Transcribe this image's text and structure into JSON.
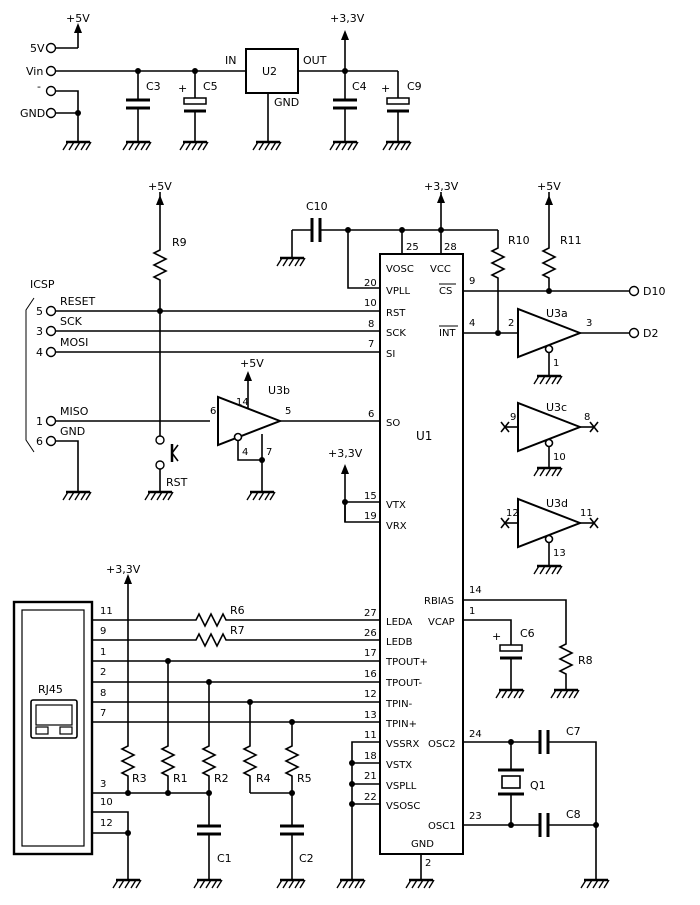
{
  "supply": {
    "p5v": "+5V",
    "p33v": "+3,3V",
    "in": "IN",
    "out": "OUT",
    "gnd": "GND",
    "u2": "U2",
    "c3": "C3",
    "c5": "C5",
    "c4": "C4",
    "c9": "C9",
    "plus": "+",
    "t5v": "5V",
    "tvin": "Vin",
    "tminus": "-",
    "tgnd": "GND"
  },
  "icsp": {
    "title": "ICSP",
    "pins": [
      {
        "num": "5",
        "name": "RESET"
      },
      {
        "num": "3",
        "name": "SCK"
      },
      {
        "num": "4",
        "name": "MOSI"
      },
      {
        "num": "1",
        "name": "MISO"
      },
      {
        "num": "6",
        "name": "GND"
      }
    ]
  },
  "parts": {
    "r9": "R9",
    "r10": "R10",
    "r11": "R11",
    "c10": "C10",
    "u3a": "U3a",
    "u3b": "U3b",
    "u3c": "U3c",
    "u3d": "U3d",
    "rst": "RST",
    "c6": "C6",
    "r8": "R8",
    "c7": "C7",
    "c8": "C8",
    "q1": "Q1",
    "r6": "R6",
    "r7": "R7",
    "r1": "R1",
    "r2": "R2",
    "r3": "R3",
    "r4": "R4",
    "r5": "R5",
    "c1": "C1",
    "c2": "C2",
    "rj45": "RJ45",
    "d10": "D10",
    "d2": "D2"
  },
  "u1": {
    "name": "U1",
    "left_pins": [
      {
        "num": "20",
        "name": "VPLL"
      },
      {
        "num": "10",
        "name": "RST"
      },
      {
        "num": "8",
        "name": "SCK"
      },
      {
        "num": "7",
        "name": "SI"
      },
      {
        "num": "6",
        "name": "SO"
      },
      {
        "num": "15",
        "name": "VTX"
      },
      {
        "num": "19",
        "name": "VRX"
      },
      {
        "num": "27",
        "name": "LEDA"
      },
      {
        "num": "26",
        "name": "LEDB"
      },
      {
        "num": "17",
        "name": "TPOUT+"
      },
      {
        "num": "16",
        "name": "TPOUT-"
      },
      {
        "num": "12",
        "name": "TPIN-"
      },
      {
        "num": "13",
        "name": "TPIN+"
      },
      {
        "num": "11",
        "name": "VSSRX"
      },
      {
        "num": "18",
        "name": "VSTX"
      },
      {
        "num": "21",
        "name": "VSPLL"
      },
      {
        "num": "22",
        "name": "VSOSC"
      }
    ],
    "top_pins": [
      {
        "num": "25",
        "name": "VOSC"
      },
      {
        "num": "28",
        "name": "VCC"
      }
    ],
    "right_pins": [
      {
        "num": "9",
        "name": "CS"
      },
      {
        "num": "4",
        "name": "INT"
      },
      {
        "num": "14",
        "name": "RBIAS"
      },
      {
        "num": "1",
        "name": "VCAP"
      },
      {
        "num": "24",
        "name": "OSC2"
      },
      {
        "num": "23",
        "name": "OSC1"
      }
    ],
    "bottom_pin": {
      "num": "2",
      "name": "GND"
    }
  },
  "gates": {
    "u3a": {
      "in": "2",
      "out": "3",
      "gnd": "1"
    },
    "u3b": {
      "in": "6",
      "out": "5",
      "vcc": "14",
      "gnd": "7",
      "oe": "4"
    },
    "u3c": {
      "in": "9",
      "out": "8",
      "gnd": "10"
    },
    "u3d": {
      "in": "12",
      "out": "11",
      "gnd": "13"
    }
  },
  "rj45_pins": [
    "11",
    "9",
    "1",
    "2",
    "8",
    "7",
    "3",
    "10",
    "12"
  ]
}
